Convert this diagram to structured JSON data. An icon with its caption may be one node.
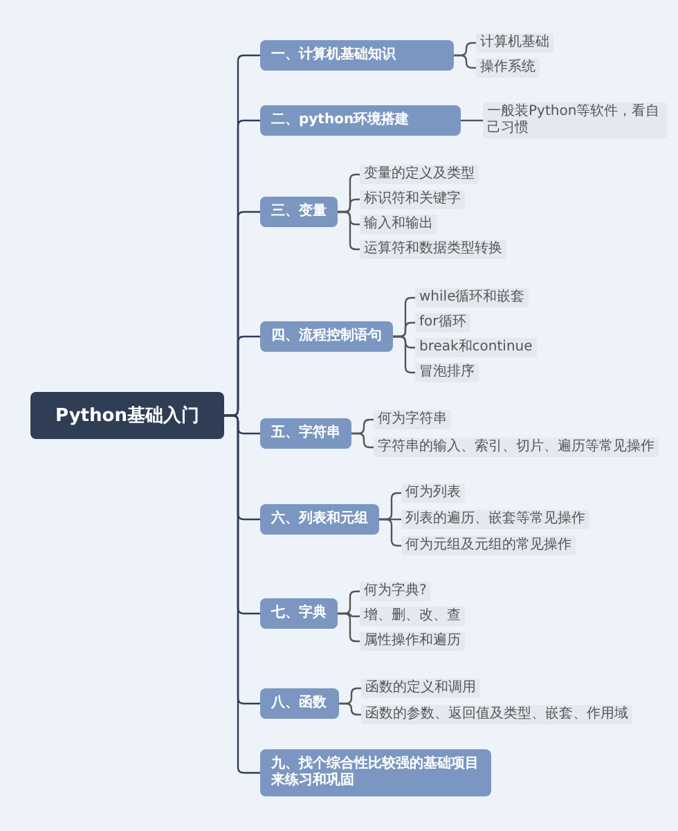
{
  "diagram": {
    "nodes": [
      {
        "text": [
          "Python基础入门"
        ]
      },
      {
        "text": [
          "一、计算机基础知识"
        ]
      },
      {
        "text": [
          "计算机基础"
        ]
      },
      {
        "text": [
          "操作系统"
        ]
      },
      {
        "text": [
          "二、python环境搭建"
        ]
      },
      {
        "text": [
          "一般装Python等软件，看自己习惯"
        ]
      },
      {
        "text": [
          "三、变量"
        ]
      },
      {
        "text": [
          "变量的定义及类型"
        ]
      },
      {
        "text": [
          "标识符和关键字"
        ]
      },
      {
        "text": [
          "输入和输出"
        ]
      },
      {
        "text": [
          "运算符和数据类型转换"
        ]
      },
      {
        "text": [
          "四、流程控制语句"
        ]
      },
      {
        "text": [
          "while循环和嵌套"
        ]
      },
      {
        "text": [
          "for循环"
        ]
      },
      {
        "text": [
          "break和continue"
        ]
      },
      {
        "text": [
          "冒泡排序"
        ]
      },
      {
        "text": [
          "五、字符串"
        ]
      },
      {
        "text": [
          "何为字符串"
        ]
      },
      {
        "text": [
          "字符串的输入、索引、切片、遍历等常见操作"
        ]
      },
      {
        "text": [
          "六、列表和元组"
        ]
      },
      {
        "text": [
          "何为列表"
        ]
      },
      {
        "text": [
          "列表的遍历、嵌套等常见操作"
        ]
      },
      {
        "text": [
          "何为元组及元组的常见操作"
        ]
      },
      {
        "text": [
          "七、字典"
        ]
      },
      {
        "text": [
          "何为字典?"
        ]
      },
      {
        "text": [
          "增、删、改、查"
        ]
      },
      {
        "text": [
          "属性操作和遍历"
        ]
      },
      {
        "text": [
          "八、函数"
        ]
      },
      {
        "text": [
          "函数的定义和调用"
        ]
      },
      {
        "text": [
          "函数的参数、返回值及类型、嵌套、作用域"
        ]
      },
      {
        "text": [
          "九、找个综合性比较强的基础项目来练习和巩固"
        ]
      }
    ],
    "edges": [
      {
        "from": 0,
        "to": 1,
        "arrow": "none"
      },
      {
        "from": 1,
        "to": 2,
        "arrow": "none"
      },
      {
        "from": 1,
        "to": 3,
        "arrow": "none"
      },
      {
        "from": 0,
        "to": 4,
        "arrow": "none"
      },
      {
        "from": 4,
        "to": 5,
        "arrow": "none"
      },
      {
        "from": 0,
        "to": 6,
        "arrow": "none"
      },
      {
        "from": 6,
        "to": 7,
        "arrow": "none"
      },
      {
        "from": 6,
        "to": 8,
        "arrow": "none"
      },
      {
        "from": 6,
        "to": 9,
        "arrow": "none"
      },
      {
        "from": 6,
        "to": 10,
        "arrow": "none"
      },
      {
        "from": 0,
        "to": 11,
        "arrow": "none"
      },
      {
        "from": 11,
        "to": 12,
        "arrow": "none"
      },
      {
        "from": 11,
        "to": 13,
        "arrow": "none"
      },
      {
        "from": 11,
        "to": 14,
        "arrow": "none"
      },
      {
        "from": 11,
        "to": 15,
        "arrow": "none"
      },
      {
        "from": 0,
        "to": 16,
        "arrow": "none"
      },
      {
        "from": 16,
        "to": 17,
        "arrow": "none"
      },
      {
        "from": 16,
        "to": 18,
        "arrow": "none"
      },
      {
        "from": 0,
        "to": 19,
        "arrow": "none"
      },
      {
        "from": 19,
        "to": 20,
        "arrow": "none"
      },
      {
        "from": 19,
        "to": 21,
        "arrow": "none"
      },
      {
        "from": 19,
        "to": 22,
        "arrow": "none"
      },
      {
        "from": 0,
        "to": 23,
        "arrow": "none"
      },
      {
        "from": 23,
        "to": 24,
        "arrow": "none"
      },
      {
        "from": 23,
        "to": 25,
        "arrow": "none"
      },
      {
        "from": 23,
        "to": 26,
        "arrow": "none"
      },
      {
        "from": 0,
        "to": 27,
        "arrow": "none"
      },
      {
        "from": 27,
        "to": 28,
        "arrow": "none"
      },
      {
        "from": 27,
        "to": 29,
        "arrow": "none"
      },
      {
        "from": 0,
        "to": 30,
        "arrow": "none"
      }
    ]
  }
}
